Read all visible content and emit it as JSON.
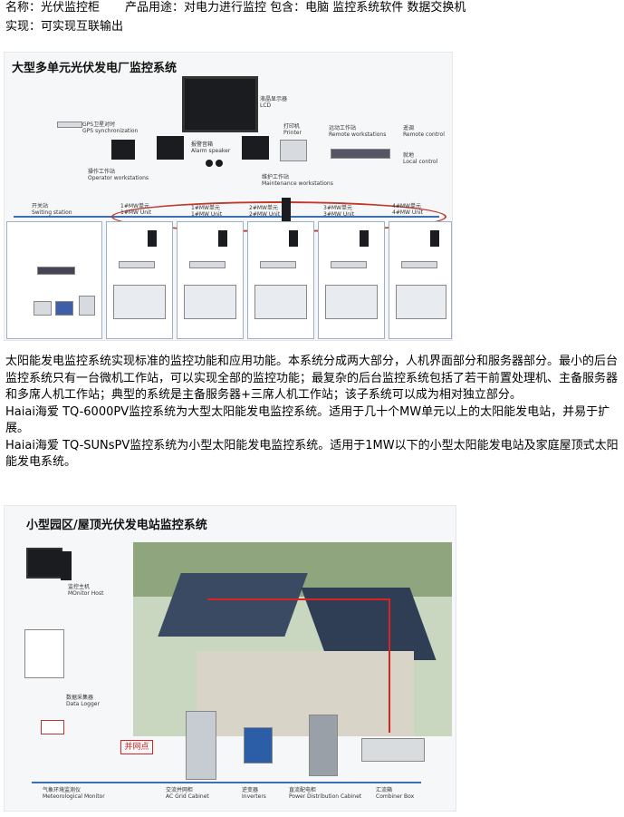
{
  "header": {
    "name_label": "名称：光伏监控柜",
    "usage_label": "产品用途：对电力进行监控 包含：电脑 监控系统软件 数据交换机",
    "realize_label": "实现：可实现互联输出"
  },
  "figure1": {
    "title": "大型多单元光伏发电厂监控系统",
    "lcd": [
      "液晶显示器",
      "LCD"
    ],
    "gps": [
      "GPS卫星对时",
      "GPS synchronization"
    ],
    "alarm": [
      "报警音箱",
      "Alarm speaker"
    ],
    "printer": [
      "打印机",
      "Printer"
    ],
    "remote_ws": [
      "远动工作站",
      "Remote workstations"
    ],
    "remote_ctrl": [
      "遥调",
      "Remote control"
    ],
    "local_ctrl": [
      "就地",
      "Local control"
    ],
    "operator_ws": [
      "操作工作站",
      "Operator workstations"
    ],
    "maint_ws": [
      "维护工作站",
      "Maintenance workstations"
    ],
    "switching": [
      "开关站",
      "Switing station"
    ],
    "units": [
      [
        "1#MW单元",
        "1#MW Unit"
      ],
      [
        "1#MW单元",
        "1#MW Unit"
      ],
      [
        "2#MW单元",
        "2#MW Unit"
      ],
      [
        "3#MW单元",
        "3#MW Unit"
      ],
      [
        "4#MW单元",
        "4#MW Unit"
      ]
    ]
  },
  "body": {
    "p1": " 太阳能发电监控系统实现标准的监控功能和应用功能。本系统分成两大部分，人机界面部分和服务器部分。最小的后台监控系统只有一台微机工作站，可以实现全部的监控功能；最复杂的后台监控系统包括了若干前置处理机、主备服务器和多席人机工作站；典型的系统是主备服务器+三席人机工作站；该子系统可以成为相对独立部分。",
    "p2": "   Haiai海爱 TQ-6000PV监控系统为大型太阳能发电监控系统。适用于几十个MW单元以上的太阳能发电站，并易于扩展。",
    "p3": "   Haiai海爱 TQ-SUNsPV监控系统为小型太阳能发电监控系统。适用于1MW以下的小型太阳能发电站及家庭屋顶式太阳能发电系统。"
  },
  "figure2": {
    "title": "小型园区/屋顶光伏发电站监控系统",
    "monitor_host": [
      "监控主机",
      "MOnitor Host"
    ],
    "data_logger": [
      "数据采集器",
      "Data Logger"
    ],
    "grid_point": "并网点",
    "met": [
      "气象环境监测仪",
      "Meteorological Monitor"
    ],
    "ac_grid": [
      "交流并网柜",
      "AC Grid Cabinet"
    ],
    "inverters": [
      "逆变器",
      "Inverters"
    ],
    "pdc": [
      "直流配电柜",
      "Power Distribution Cabinet"
    ],
    "combiner": [
      "汇流箱",
      "Combiner Box"
    ]
  }
}
